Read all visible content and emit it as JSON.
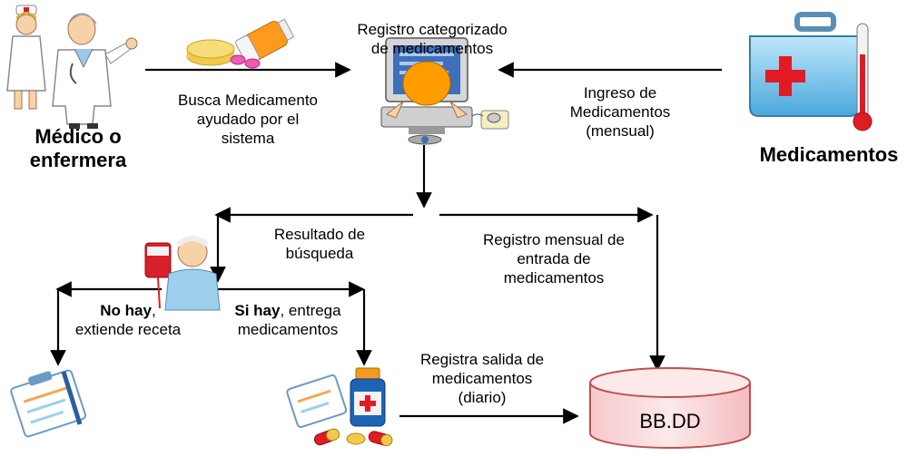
{
  "actors": {
    "doctor": {
      "line1": "Médico o",
      "line2": "enfermera",
      "icon": "doctor-nurse-icon"
    },
    "supplier": {
      "label": "Medicamentos",
      "icon": "first-aid-kit-icon"
    },
    "system": {
      "line1": "Registro categorizado",
      "line2": "de medicamentos",
      "icon": "computer-user-icon"
    },
    "database": {
      "label": "BB.DD",
      "icon": "database-icon"
    }
  },
  "flows": {
    "search": {
      "line1": "Busca Medicamento",
      "line2": "ayudado por el",
      "line3": "sistema"
    },
    "intake": {
      "line1": "Ingreso de",
      "line2": "Medicamentos",
      "line3": "(mensual)"
    },
    "result": {
      "line1": "Resultado de",
      "line2": "búsqueda"
    },
    "monthly": {
      "line1": "Registro mensual de",
      "line2": "entrada de",
      "line3": "medicamentos"
    },
    "no_stock": {
      "bold": "No hay",
      "rest": ",",
      "line2": "extiende receta"
    },
    "in_stock": {
      "bold": "Si hay",
      "rest": ", entrega",
      "line2": "medicamentos"
    },
    "outflow": {
      "line1": "Registra salida de",
      "line2": "medicamentos",
      "line3": "(diario)"
    }
  },
  "icons": {
    "pills": "pills-icon",
    "patient": "patient-icon",
    "prescription": "prescription-clipboard-icon",
    "dispense": "medicine-bottle-icon"
  },
  "colors": {
    "arrow": "#000000",
    "database_fill": "#fadadd",
    "database_stroke": "#c0504d",
    "kit_blue": "#5bb8e8",
    "cross_red": "#e01b24"
  }
}
